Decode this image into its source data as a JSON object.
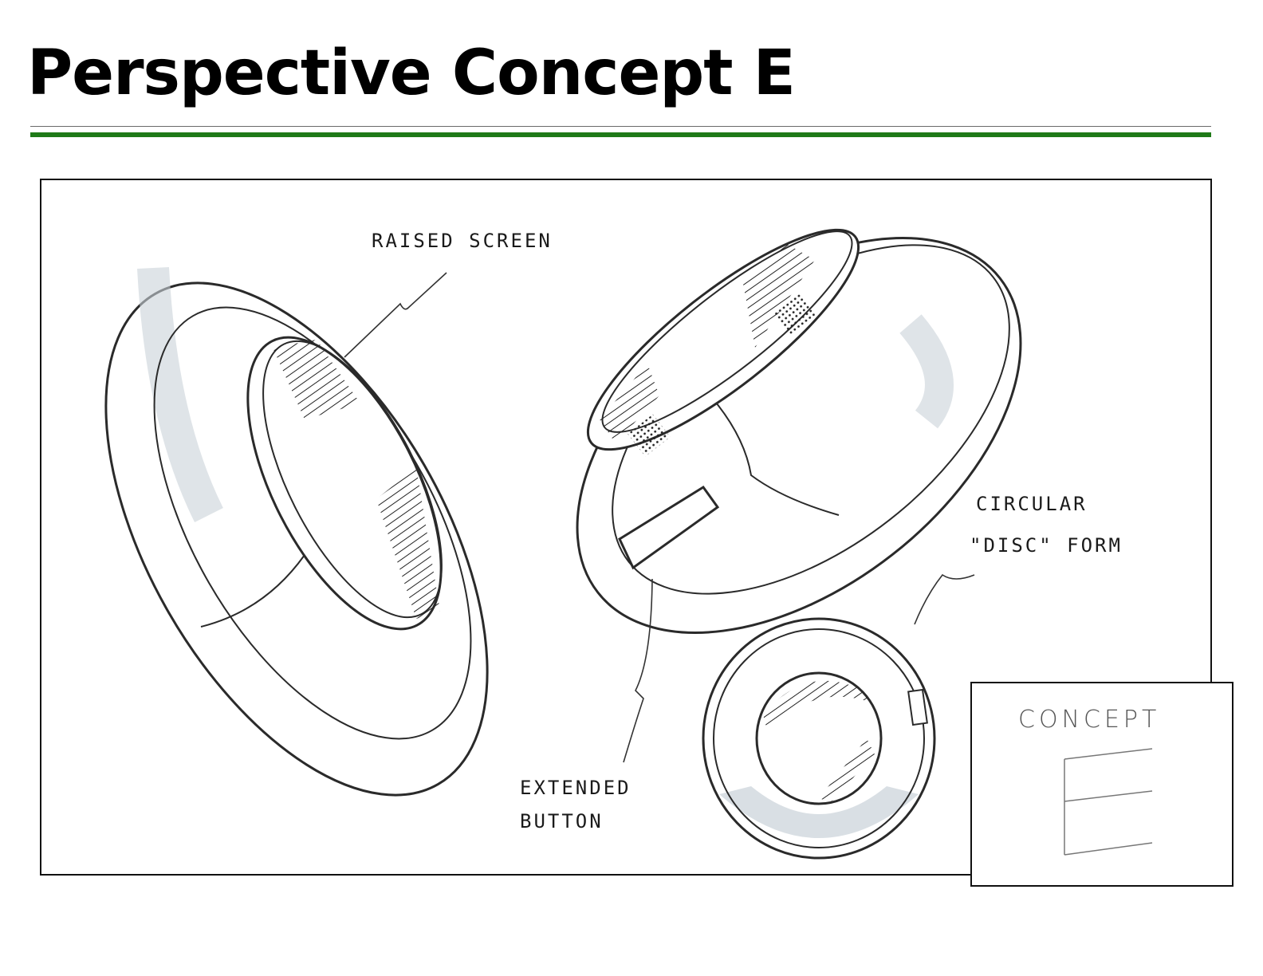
{
  "title": "Perspective Concept E",
  "colors": {
    "accent_rule": "#1f7a18",
    "ink": "#1a1a1a",
    "marker_shade": "#c9d2d9"
  },
  "annotations": {
    "raised_screen": "RAISED SCREEN",
    "circular_line1": "CIRCULAR",
    "circular_line2": "\"DISC\" FORM",
    "button_line1": "EXTENDED",
    "button_line2": "BUTTON"
  },
  "inset": {
    "label": "CONCEPT",
    "letter_shape": "E"
  }
}
